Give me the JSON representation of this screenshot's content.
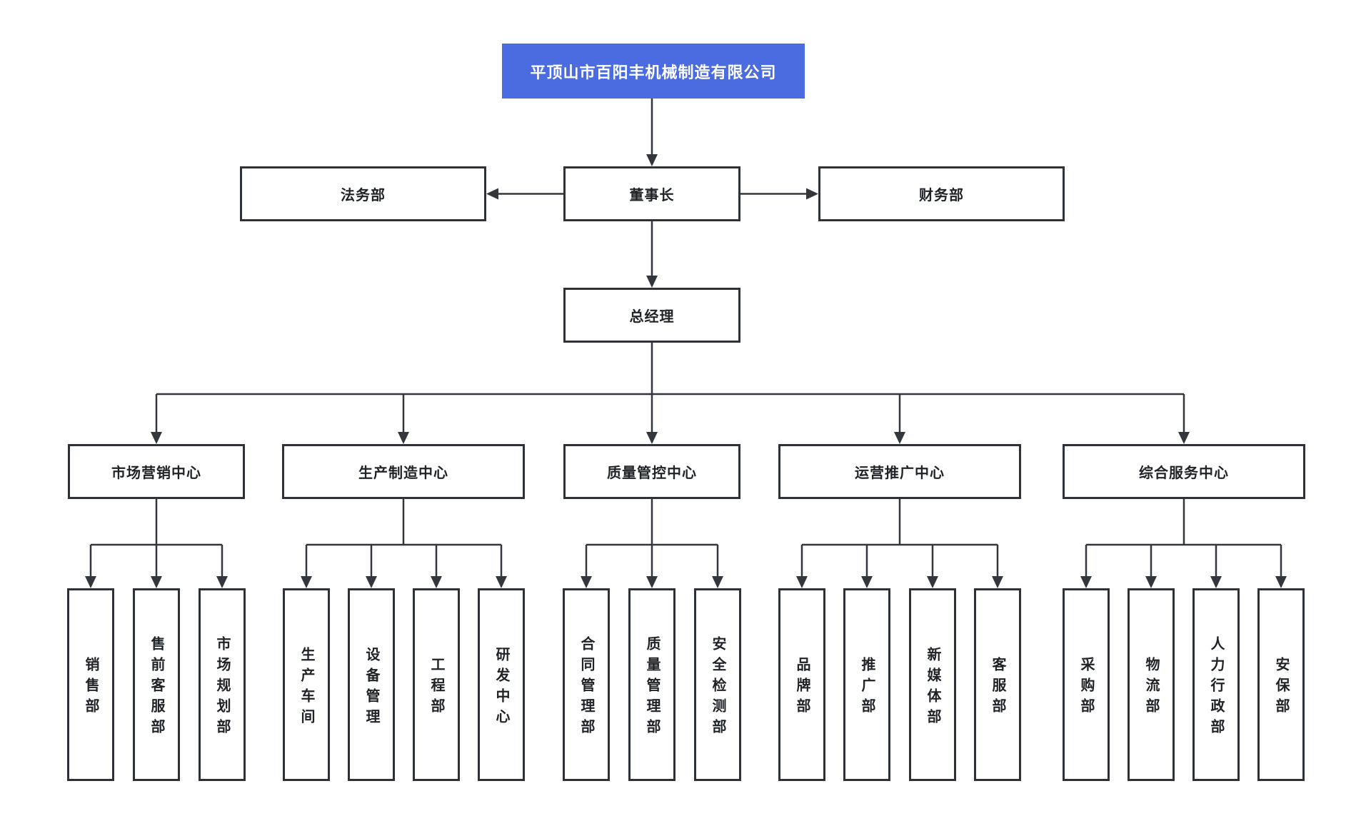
{
  "palette": {
    "accent_blue": "#4a6ce0",
    "root_text": "#ffffff",
    "box_fill": "#ffffff",
    "box_border": "#2e3238",
    "connector_line": "#33373d",
    "label_text": "#1f2226",
    "page_background": "#ffffff"
  },
  "org": {
    "root": {
      "label": "平顶山市百阳丰机械制造有限公司"
    },
    "chairman": {
      "label": "董事长"
    },
    "legal": {
      "label": "法务部"
    },
    "finance": {
      "label": "财务部"
    },
    "general_manager": {
      "label": "总经理"
    },
    "centers": [
      {
        "label": "市场营销中心",
        "departments": [
          "销售部",
          "售前客服部",
          "市场规划部"
        ]
      },
      {
        "label": "生产制造中心",
        "departments": [
          "生产车间",
          "设备管理",
          "工程部",
          "研发中心"
        ]
      },
      {
        "label": "质量管控中心",
        "departments": [
          "合同管理部",
          "质量管理部",
          "安全检测部"
        ]
      },
      {
        "label": "运营推广中心",
        "departments": [
          "品牌部",
          "推广部",
          "新媒体部",
          "客服部"
        ]
      },
      {
        "label": "综合服务中心",
        "departments": [
          "采购部",
          "物流部",
          "人力行政部",
          "安保部"
        ]
      }
    ]
  }
}
